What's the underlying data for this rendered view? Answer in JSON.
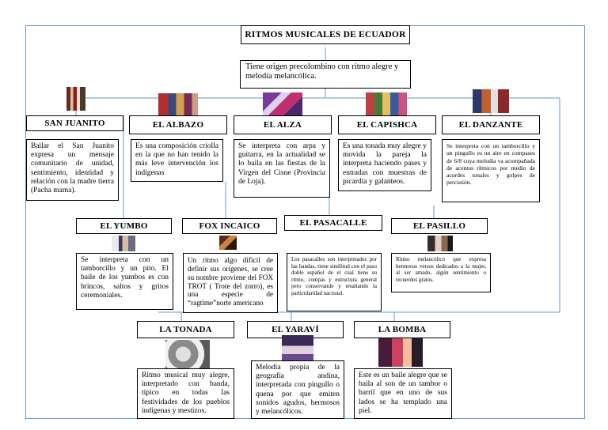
{
  "diagram": {
    "root": {
      "title": "RITMOS MUSICALES DE ECUADOR",
      "origin": "Tiene origen precolombino con ritmo alegre y melodía melancólica."
    },
    "rhythms": [
      {
        "id": "san-juanito",
        "title": "SAN JUANITO",
        "description": "Bailar el San Juanito expresa un mensaje comunitario de unidad, sentimiento, identidad y relación con la madre tierra (Pacha mama)."
      },
      {
        "id": "albazo",
        "title": "EL ALBAZO",
        "description": "Es una composición criolla en la que no han tenido la más leve intervención los indígenas"
      },
      {
        "id": "alza",
        "title": "EL ALZA",
        "description": "Se interpreta con arpa y guitarra, en la actualidad se lo baila en las fiestas de la Virgen del Cisne (Provincia de Loja)."
      },
      {
        "id": "capishca",
        "title": "EL CAPISHCA",
        "description": "Es una tonada muy alegre y movida la pareja la interpreta haciendo pases y entradas con muestras de picardía y galanteos."
      },
      {
        "id": "danzante",
        "title": "EL DANZANTE",
        "description": "Se interpreta con un tamborcillo y un pingullo es un aire en compases de 6/8 cuya melodía va acompañada de acentos rítmicos por medio de acordes tonales y golpes de percusión."
      },
      {
        "id": "yumbo",
        "title": "EL YUMBO",
        "description": "Se interpreta con un tamborcillo y un pito. El baile de los yumbos es con brincos, saltos y gritos ceremoniales."
      },
      {
        "id": "fox-incaico",
        "title": "FOX INCAICO",
        "description": "Un ritmo algo difícil de definir sus orígenes, se cree su nombre proviene del FOX TROT ( Trote del zorro), es una especie de “ragtime”norte americano"
      },
      {
        "id": "pasacalle",
        "title": "EL PASACALLE",
        "description": "Los pasacalles son interpretados por las bandas, tiene similitud con el paso doble español de el cual tiene su ritmo, compás y estructura general pero conservando y resaltando la particularidad nacional."
      },
      {
        "id": "pasillo",
        "title": "EL PASILLO",
        "description": "Ritmo melancólico que expresa hermosos versos dedicados a la mujer, al ser amado, algún sentimiento o recuerdos gratos."
      },
      {
        "id": "tonada",
        "title": "LA TONADA",
        "description": "Ritmo musical muy alegre, interpretado con banda, típico en todas las festividades de los pueblos indígenas y mestizos."
      },
      {
        "id": "yaravi",
        "title": "EL YARAVÍ",
        "description": "Melodía propia de la geografía andina, interpretada con pingullo o quena por que emiten sonidos agudos, hermosos y melancólicos."
      },
      {
        "id": "bomba",
        "title": "LA BOMBA",
        "description": "Este es un baile alegre que se baila al son de un tambor o barril que en uno de sus lados se ha templado una piel."
      }
    ]
  }
}
